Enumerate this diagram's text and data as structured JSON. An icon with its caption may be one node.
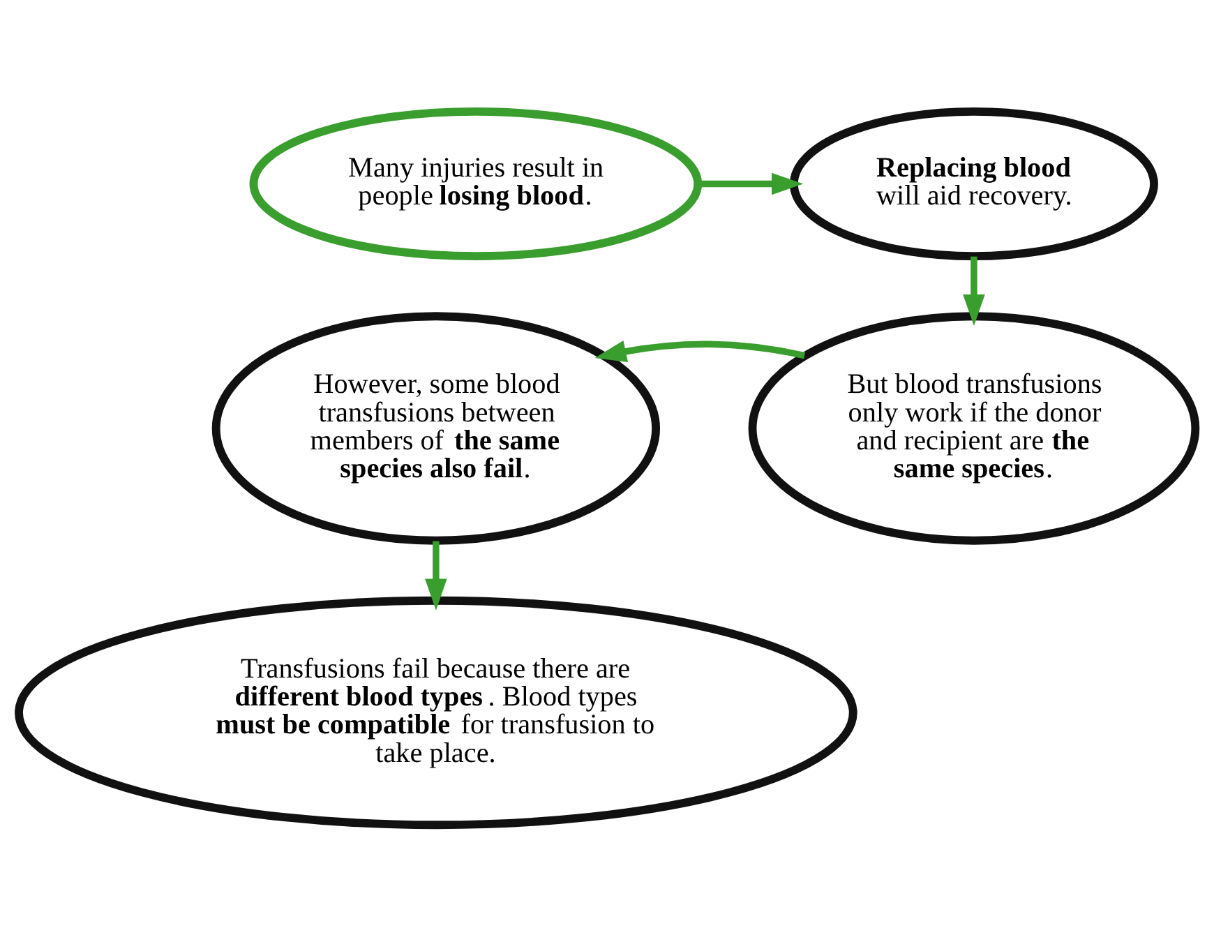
{
  "diagram": {
    "nodes": [
      {
        "text": [
          "Many injuries result in people **losing blood**."
        ]
      },
      {
        "text": [
          "**Replacing blood** will aid recovery."
        ]
      },
      {
        "text": [
          "But blood transfusions only work if the donor and recipient are **the same species**."
        ]
      },
      {
        "text": [
          "However, some blood transfusions between members of **the same species also fail**."
        ]
      },
      {
        "text": [
          "Transfusions fail because there are **different blood types**. Blood types **must be compatible** for transfusion to take place."
        ]
      }
    ],
    "edges": [
      {
        "from": 0,
        "to": 1,
        "arrow": "to"
      },
      {
        "from": 1,
        "to": 2,
        "arrow": "to"
      },
      {
        "from": 2,
        "to": 3,
        "arrow": "to"
      },
      {
        "from": 3,
        "to": 4,
        "arrow": "to"
      }
    ]
  }
}
